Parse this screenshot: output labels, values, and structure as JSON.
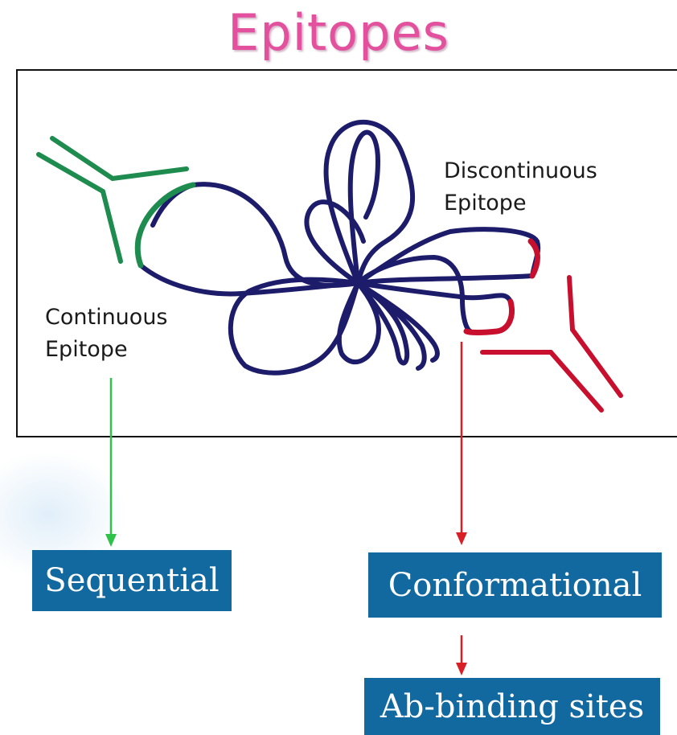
{
  "title": "Epitopes",
  "labels": {
    "discontinuous_line1": "Discontinuous",
    "discontinuous_line2": "Epitope",
    "continuous_line1": "Continuous",
    "continuous_line2": "Epitope"
  },
  "boxes": {
    "sequential": "Sequential",
    "conformational": "Conformational",
    "ab_binding": "Ab-binding sites"
  },
  "colors": {
    "title": "#e2509e",
    "protein_chain": "#1c1c6b",
    "continuous_epitope": "#1e8c4e",
    "discontinuous_epitope": "#c8102e",
    "green_arrow": "#2ec24a",
    "red_arrow": "#d81f26",
    "box_fill": "#1269a0"
  }
}
